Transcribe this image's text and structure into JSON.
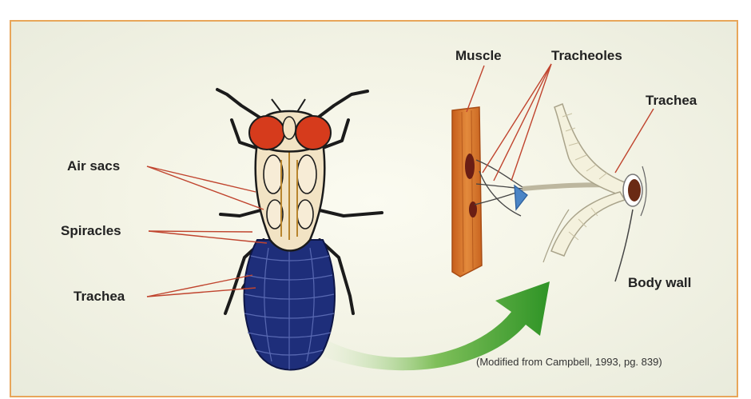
{
  "labels": {
    "air_sacs": "Air sacs",
    "spiracles": "Spiracles",
    "trachea_left": "Trachea",
    "muscle": "Muscle",
    "tracheoles": "Tracheoles",
    "trachea_right": "Trachea",
    "body_wall": "Body wall"
  },
  "citation": "(Modified from Campbell, 1993, pg. 839)",
  "colors": {
    "frame": "#e8a65a",
    "leader_line": "#c0442e",
    "abdomen": "#1e2e7a",
    "eye": "#d63b1c",
    "muscle": "#d6742a",
    "arrow": "#3a9a2c"
  },
  "icons": [
    "fruit-fly-illustration",
    "muscle-fiber-illustration",
    "trachea-branch-illustration",
    "curved-arrow"
  ]
}
